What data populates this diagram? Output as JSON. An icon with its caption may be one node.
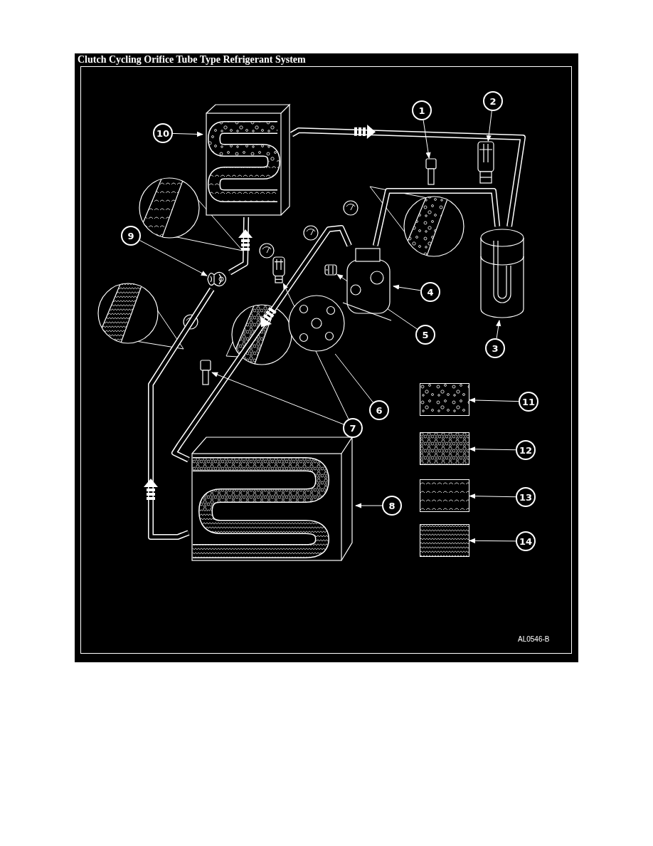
{
  "diagram": {
    "title": "Clutch Cycling Orifice Tube Type Refrigerant System",
    "nodes": [
      {
        "text": [
          "1"
        ]
      },
      {
        "text": [
          "2"
        ]
      },
      {
        "text": [
          "3"
        ]
      },
      {
        "text": [
          "4"
        ]
      },
      {
        "text": [
          "5"
        ]
      },
      {
        "text": [
          "6"
        ]
      },
      {
        "text": [
          "7"
        ]
      },
      {
        "text": [
          "8"
        ]
      },
      {
        "text": [
          "9"
        ]
      },
      {
        "text": [
          "10"
        ]
      },
      {
        "text": [
          "11"
        ]
      },
      {
        "text": [
          "12"
        ]
      },
      {
        "text": [
          "13"
        ]
      },
      {
        "text": [
          "14"
        ]
      },
      {
        "text": [],
        "shape": "picture"
      },
      {
        "text": [],
        "shape": "picture"
      },
      {
        "text": [],
        "shape": "picture"
      },
      {
        "text": [],
        "shape": "picture"
      },
      {
        "text": [],
        "shape": "picture"
      },
      {
        "text": [],
        "shape": "picture"
      },
      {
        "text": [],
        "shape": "picture"
      },
      {
        "text": [],
        "shape": "picture"
      },
      {
        "text": [],
        "shape": "picture"
      },
      {
        "text": [],
        "shape": "picture"
      },
      {
        "text": [],
        "shape": "picture"
      },
      {
        "text": [],
        "shape": "box"
      },
      {
        "text": [],
        "shape": "box"
      },
      {
        "text": [],
        "shape": "box"
      },
      {
        "text": [],
        "shape": "box"
      }
    ],
    "edges": [
      {
        "from": 0,
        "to": 14,
        "arrow": "to"
      },
      {
        "from": 1,
        "to": 15,
        "arrow": "to"
      },
      {
        "from": 2,
        "to": 16,
        "arrow": "to"
      },
      {
        "from": 3,
        "to": 17,
        "arrow": "to"
      },
      {
        "from": 4,
        "to": 18,
        "arrow": "to"
      },
      {
        "from": 5,
        "to": 19,
        "arrow": "none"
      },
      {
        "from": 6,
        "to": 20,
        "arrow": "to"
      },
      {
        "from": 6,
        "to": 21,
        "arrow": "to"
      },
      {
        "from": 7,
        "to": 22,
        "arrow": "to"
      },
      {
        "from": 8,
        "to": 23,
        "arrow": "to"
      },
      {
        "from": 9,
        "to": 24,
        "arrow": "to"
      },
      {
        "from": 10,
        "to": 25,
        "arrow": "to"
      },
      {
        "from": 11,
        "to": 26,
        "arrow": "to"
      },
      {
        "from": 12,
        "to": 27,
        "arrow": "to"
      },
      {
        "from": 13,
        "to": 28,
        "arrow": "to"
      },
      {
        "from": 24,
        "to": 16,
        "arrow": "to",
        "style": "thick"
      },
      {
        "from": 16,
        "to": 17,
        "arrow": "none",
        "style": "thick"
      },
      {
        "from": 23,
        "to": 24,
        "arrow": "to",
        "style": "thick"
      },
      {
        "from": 22,
        "to": 23,
        "arrow": "to",
        "style": "thick"
      },
      {
        "from": 17,
        "to": 22,
        "arrow": "to",
        "style": "thick"
      }
    ],
    "labels": [
      "AL0546-B"
    ]
  }
}
